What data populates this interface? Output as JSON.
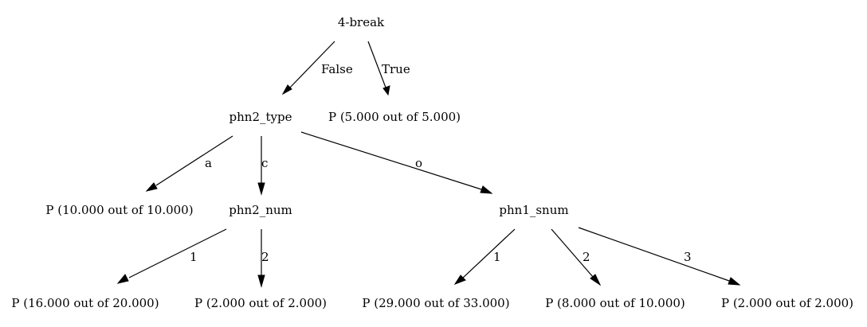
{
  "tree": {
    "nodes": {
      "root": "4-break",
      "phn2_type": "phn2_type",
      "leaf_true": "P (5.000 out of 5.000)",
      "leaf_a": "P (10.000 out of 10.000)",
      "phn2_num": "phn2_num",
      "phn1_snum": "phn1_snum",
      "leaf_num_1": "P (16.000 out of 20.000)",
      "leaf_num_2": "P (2.000 out of 2.000)",
      "leaf_snum_1": "P (29.000 out of 33.000)",
      "leaf_snum_2": "P (8.000 out of 10.000)",
      "leaf_snum_3": "P (2.000 out of 2.000)"
    },
    "edges": {
      "root_false": "False",
      "root_true": "True",
      "type_a": "a",
      "type_c": "c",
      "type_o": "o",
      "num_1": "1",
      "num_2": "2",
      "snum_1": "1",
      "snum_2": "2",
      "snum_3": "3"
    }
  }
}
